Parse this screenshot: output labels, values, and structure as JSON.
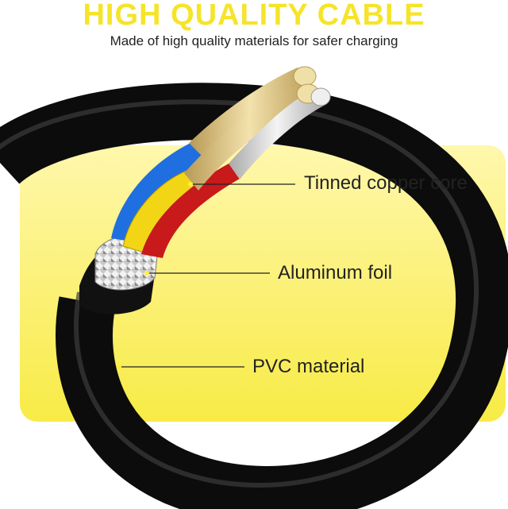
{
  "header": {
    "title": "HIGH QUALITY CABLE",
    "subtitle": "Made of high quality materials for safer charging"
  },
  "callouts": {
    "core": "Tinned copper core",
    "foil": "Aluminum foil",
    "jacket": "PVC material"
  },
  "colors": {
    "accent_yellow": "#f5e42a",
    "panel_yellow": "#fbf27a",
    "cable_black": "#151515",
    "wire_blue": "#1f6fe0",
    "wire_yellow": "#f2d515",
    "wire_red": "#c8191b",
    "copper": "#d8c38a",
    "tinned": "#d6d6d6"
  }
}
